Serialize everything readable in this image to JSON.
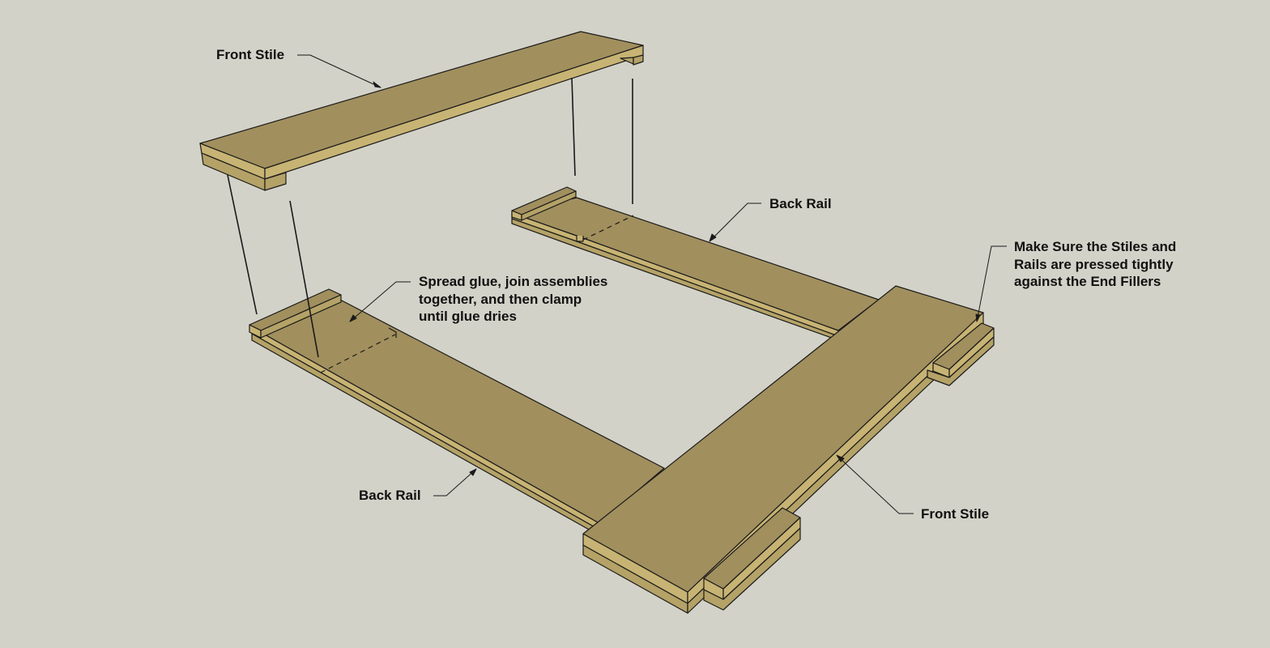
{
  "labels": {
    "front_stile_top": "Front Stile",
    "back_rail_right": "Back Rail",
    "glue_note": [
      "Spread glue, join assemblies",
      "together, and then clamp",
      "until glue dries"
    ],
    "stiles_note": [
      "Make Sure the Stiles and",
      "Rails are pressed tightly",
      "against the End Fillers"
    ],
    "back_rail_left": "Back Rail",
    "front_stile_bottom": "Front Stile"
  },
  "colors": {
    "background": "#d3d2c8",
    "wood_top": "#a18f5e",
    "wood_side": "#c7b373",
    "wood_edge": "#b4a267",
    "outline": "#1a1a1a"
  }
}
